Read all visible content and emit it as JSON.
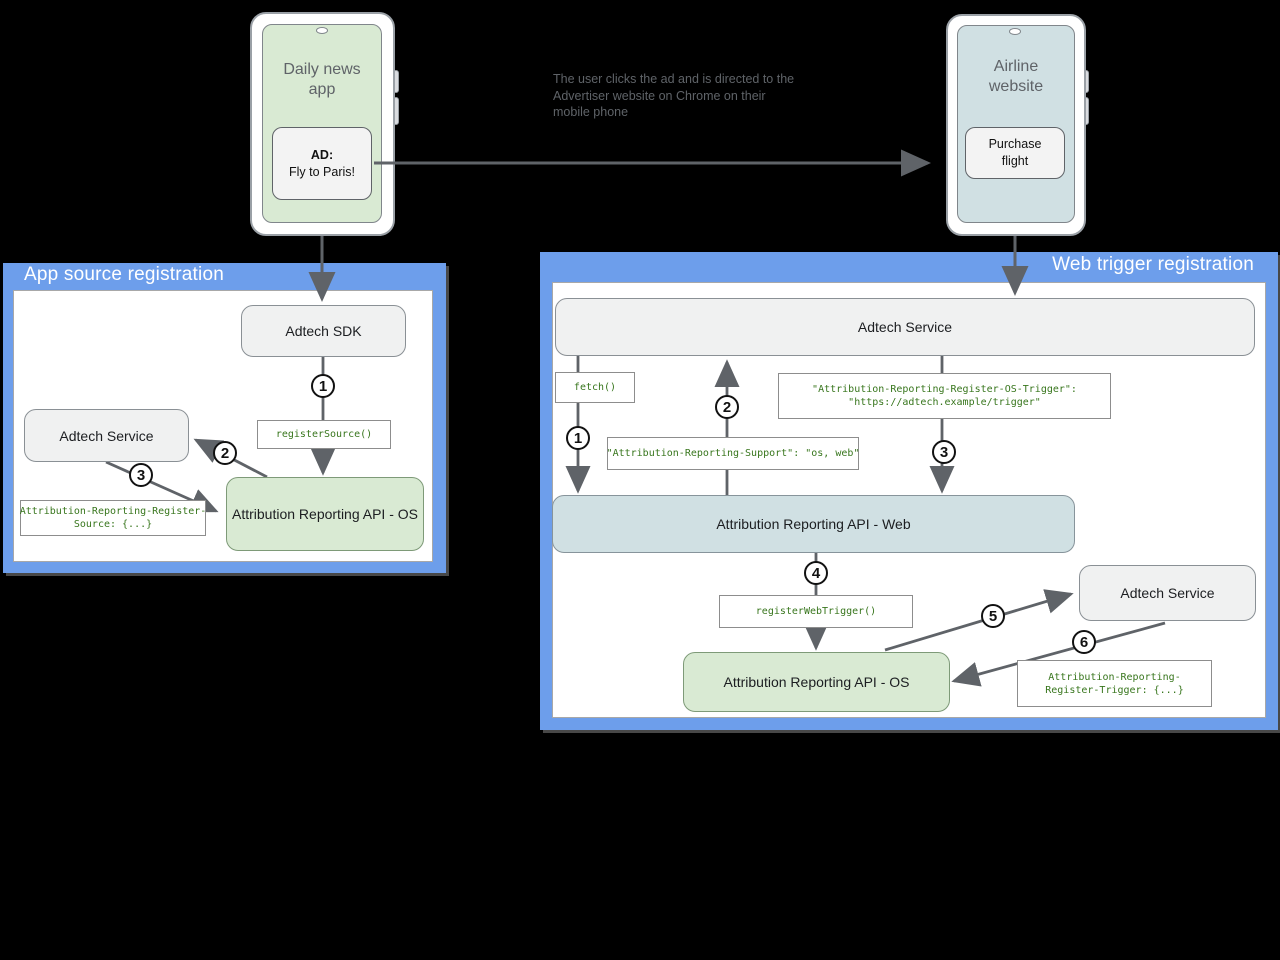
{
  "phones": {
    "left": {
      "title": "Daily news app",
      "ad_label": "AD:",
      "ad_text": "Fly to Paris!"
    },
    "right": {
      "title": "Airline website",
      "button_label": "Purchase flight"
    }
  },
  "caption": {
    "text": "The user clicks the ad and is directed to the Advertiser website on Chrome on their mobile phone"
  },
  "left_panel": {
    "title": "App source registration",
    "boxes": {
      "adtech_sdk": "Adtech SDK",
      "adtech_service": "Adtech Service",
      "ara_os": "Attribution Reporting API - OS"
    },
    "code": {
      "register_source_call": "registerSource()",
      "register_source_lines": [
        "Attribution-Reporting-Register-",
        "Source: {...}"
      ]
    }
  },
  "right_panel": {
    "title": "Web trigger registration",
    "boxes": {
      "adtech_service_top": "Adtech Service",
      "ara_web": "Attribution Reporting API - Web",
      "ara_os": "Attribution Reporting API - OS",
      "adtech_service_right": "Adtech Service"
    },
    "code": {
      "fetch_call": "fetch()",
      "support_header": "\"Attribution-Reporting-Support\": \"os, web\"",
      "os_trigger_lines": [
        "\"Attribution-Reporting-Register-OS-Trigger\":",
        "\"https://adtech.example/trigger\""
      ],
      "register_web_trigger_call": "registerWebTrigger()",
      "register_trigger_lines": [
        "Attribution-Reporting-",
        "Register-Trigger: {...}"
      ]
    }
  },
  "steps": {
    "n1": "1",
    "n2": "2",
    "n3": "3",
    "n4": "4",
    "n5": "5",
    "n6": "6"
  },
  "colors": {
    "panel_blue": "#6d9eeb",
    "green_fill": "#d9ead3",
    "blue_fill": "#d0e0e3",
    "gray_fill": "#f0f1f1",
    "code_green": "#38761d",
    "arrow_gray": "#5f6368"
  }
}
